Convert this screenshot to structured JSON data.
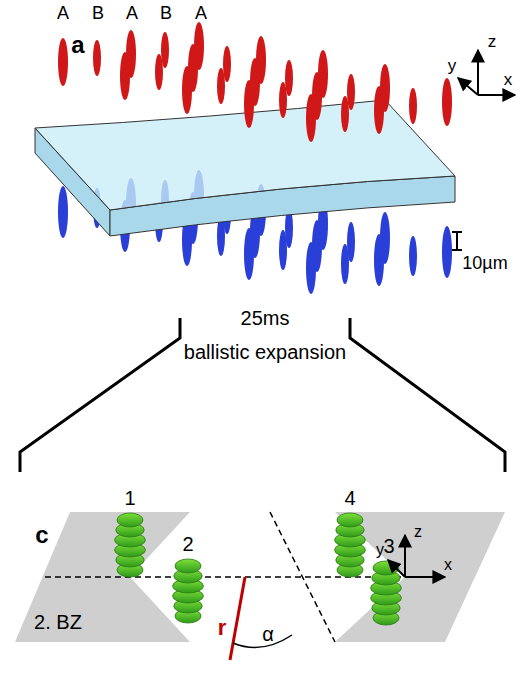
{
  "diagram": {
    "labels": [
      "a",
      "A",
      "B",
      "A",
      "B",
      "A",
      "z",
      "y",
      "x",
      "10µm",
      "25ms",
      "ballistic expansion",
      "c",
      "1",
      "2",
      "4",
      "3",
      "z",
      "y",
      "x",
      "2. BZ",
      "r",
      "α"
    ]
  }
}
